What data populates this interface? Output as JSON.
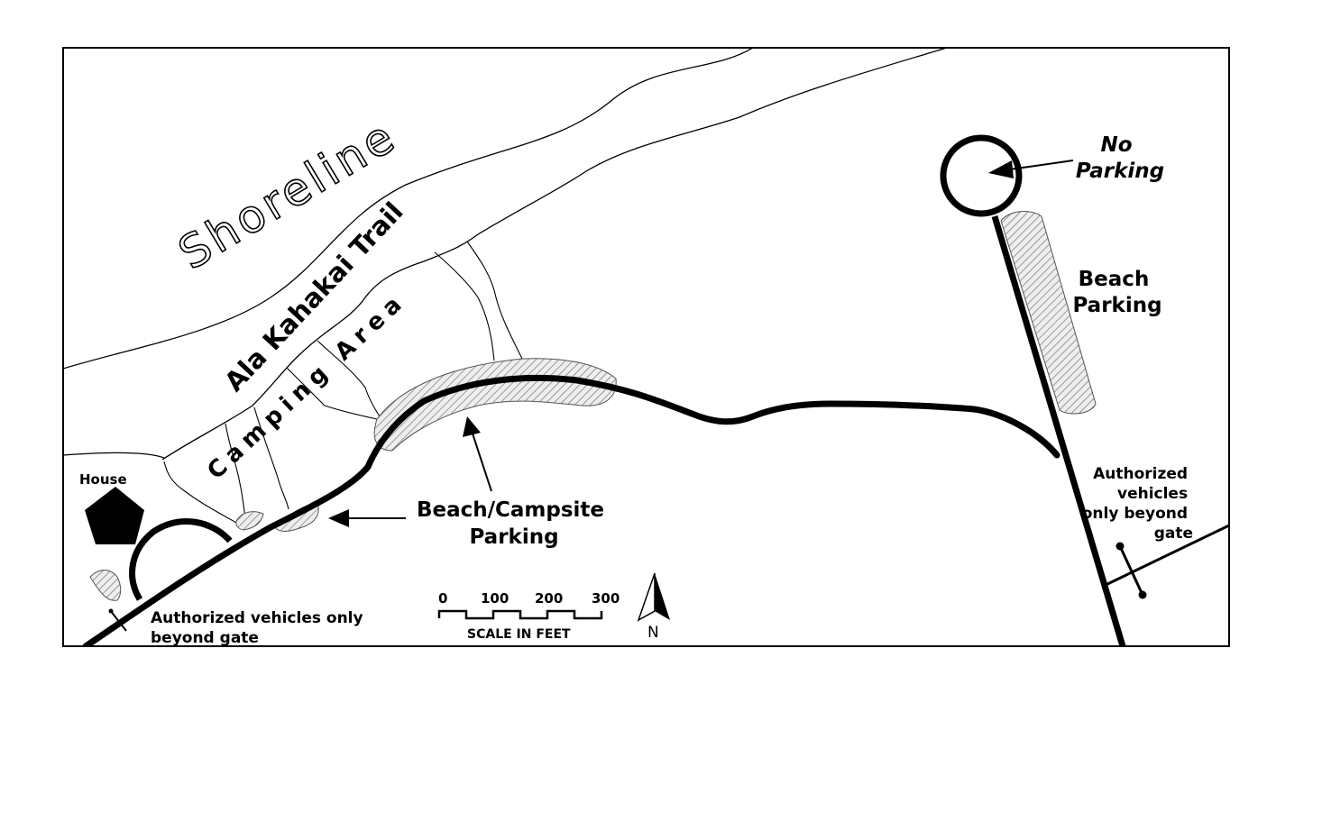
{
  "labels": {
    "shoreline": "Shoreline",
    "trail": "Ala Kahakai Trail",
    "camping": "Camping Area",
    "house": "House",
    "no_parking_1": "No",
    "no_parking_2": "Parking",
    "beach_parking_1": "Beach",
    "beach_parking_2": "Parking",
    "campsite_parking_1": "Beach/Campsite",
    "campsite_parking_2": "Parking",
    "gate_left_1": "Authorized vehicles only",
    "gate_left_2": "beyond gate",
    "gate_right_1": "Authorized",
    "gate_right_2": "vehicles",
    "gate_right_3": "only beyond",
    "gate_right_4": "gate"
  },
  "scale": {
    "ticks": [
      "0",
      "100",
      "200",
      "300"
    ],
    "caption": "SCALE IN FEET"
  },
  "north_label": "N",
  "colors": {
    "ink": "#000000",
    "paper": "#ffffff",
    "hatch_fill": "#e4e4e4"
  },
  "icons": {
    "north": "north-arrow-icon",
    "house": "house-pentagon-icon",
    "gate": "gate-icon"
  }
}
